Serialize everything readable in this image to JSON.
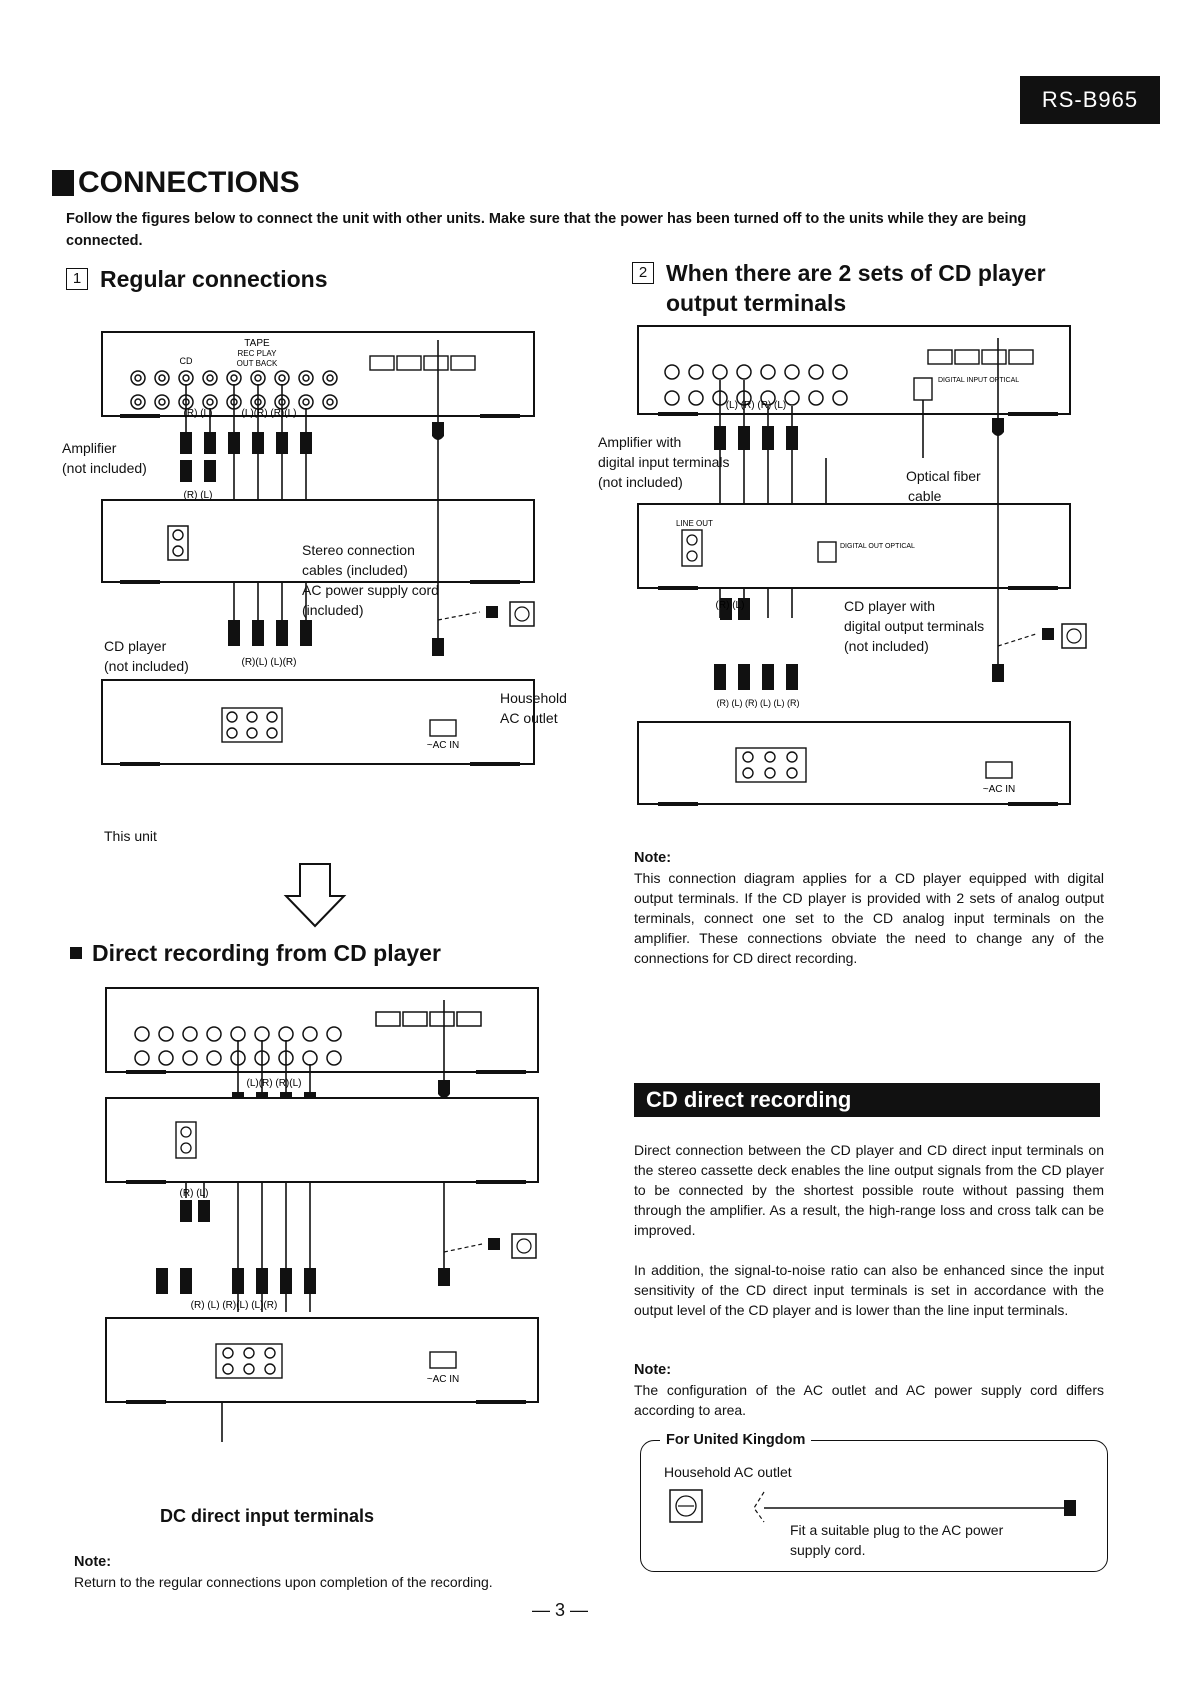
{
  "model": "RS-B965",
  "title": "CONNECTIONS",
  "intro": "Follow the figures below to connect the unit with other units. Make sure that the power has been turned off to the units while they are being connected.",
  "section1": {
    "num": "1",
    "title": "Regular connections"
  },
  "section2": {
    "num": "2",
    "title_l1": "When there are 2 sets of CD player",
    "title_l2": "output terminals"
  },
  "direct_title": "Direct recording from CD player",
  "fig1": {
    "amp_l1": "Amplifier",
    "amp_l2": "(not included)",
    "cd_l1": "CD player",
    "cd_l2": "(not included)",
    "stereo_l1": "Stereo connection",
    "stereo_l2": "cables (included)",
    "ac_l1": "AC power supply cord",
    "ac_l2": "(included)",
    "house_l1": "Household",
    "house_l2": "AC outlet",
    "this_unit": "This unit",
    "ac_in": "~AC IN",
    "tape": "TAPE",
    "rec_play": "REC PLAY",
    "out_back": "OUT BACK",
    "cd": "CD",
    "plug_rl": "(R)  (L)",
    "plug_lr_rl": "(L)(R)  (R)(L)",
    "plug_rl2": "(R)  (L)",
    "plug_unit": "(R)(L)  (L)(R)"
  },
  "fig2": {
    "amp_l1": "Amplifier with",
    "amp_l2": "digital input terminals",
    "amp_l3": "(not included)",
    "optical_l1": "Optical fiber",
    "optical_l2": "cable",
    "cd_l1": "CD player with",
    "cd_l2": "digital output terminals",
    "cd_l3": "(not included)",
    "line_out": "LINE OUT",
    "digital_in": "DIGITAL INPUT OPTICAL",
    "digital_out": "DIGITAL OUT OPTICAL",
    "ac_in": "~AC IN",
    "plug_top": "(L)  (R)  (R)  (L)",
    "plug_rl": "(R)  (L)",
    "plug_bottom": "(R)  (L) (R)  (L)  (L)  (R)"
  },
  "fig3": {
    "dc_label": "DC direct input terminals",
    "ac_in": "~AC IN",
    "plug_top": "(L)(R)  (R)(L)",
    "plug_rl": "(R)    (L)",
    "plug_bottom": "(R)    (L)   (R)(L)  (L)(R)"
  },
  "note1": {
    "heading": "Note:",
    "text": "This connection diagram applies for a CD player equipped with digital output terminals. If the CD player is provided with 2 sets of analog output terminals, connect one set to the CD analog input terminals on the amplifier. These connections obviate the need to change any of the connections for CD direct recording."
  },
  "cd_direct": {
    "heading": "CD direct recording",
    "p1": "Direct connection between the CD player and CD direct input terminals on the stereo cassette deck enables the line output signals from the CD player to be connected by the shortest possible route without passing them through the amplifier. As a result, the high-range loss and cross talk can be improved.",
    "p2": "In addition, the signal-to-noise ratio can also be enhanced since the input sensitivity of the CD direct input terminals is set in accordance with the output level of the CD player and is lower than the line input terminals."
  },
  "note2": {
    "heading": "Note:",
    "text": "The configuration of the AC outlet and AC power supply cord differs according to area."
  },
  "uk": {
    "heading": "For United Kingdom",
    "outlet": "Household AC outlet",
    "fit_l1": "Fit a suitable plug to the AC power",
    "fit_l2": "supply cord."
  },
  "note3": {
    "heading": "Note:",
    "text": "Return to the regular connections upon completion of the recording."
  },
  "page": "— 3 —"
}
